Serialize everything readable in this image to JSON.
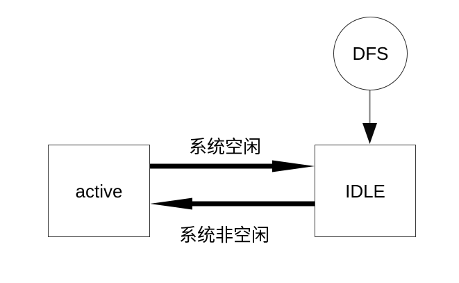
{
  "diagram": {
    "type": "state-transition-diagram",
    "nodes": {
      "dfs": {
        "label": "DFS",
        "shape": "circle"
      },
      "active": {
        "label": "active",
        "shape": "rectangle"
      },
      "idle": {
        "label": "IDLE",
        "shape": "rectangle"
      }
    },
    "edges": [
      {
        "from": "active",
        "to": "IDLE",
        "label": "系统空闲",
        "direction": "right",
        "style": "thick-black-arrow"
      },
      {
        "from": "IDLE",
        "to": "active",
        "label": "系统非空闲",
        "direction": "left",
        "style": "thick-black-arrow"
      },
      {
        "from": "DFS",
        "to": "IDLE",
        "label": "",
        "direction": "down",
        "style": "thin-gray-line-black-arrowhead"
      }
    ],
    "colors": {
      "background": "#ffffff",
      "node_border": "#3a3a3a",
      "arrow_fill": "#000000",
      "dfs_connector_gray": "#7f7f7f",
      "text": "#000000"
    }
  }
}
